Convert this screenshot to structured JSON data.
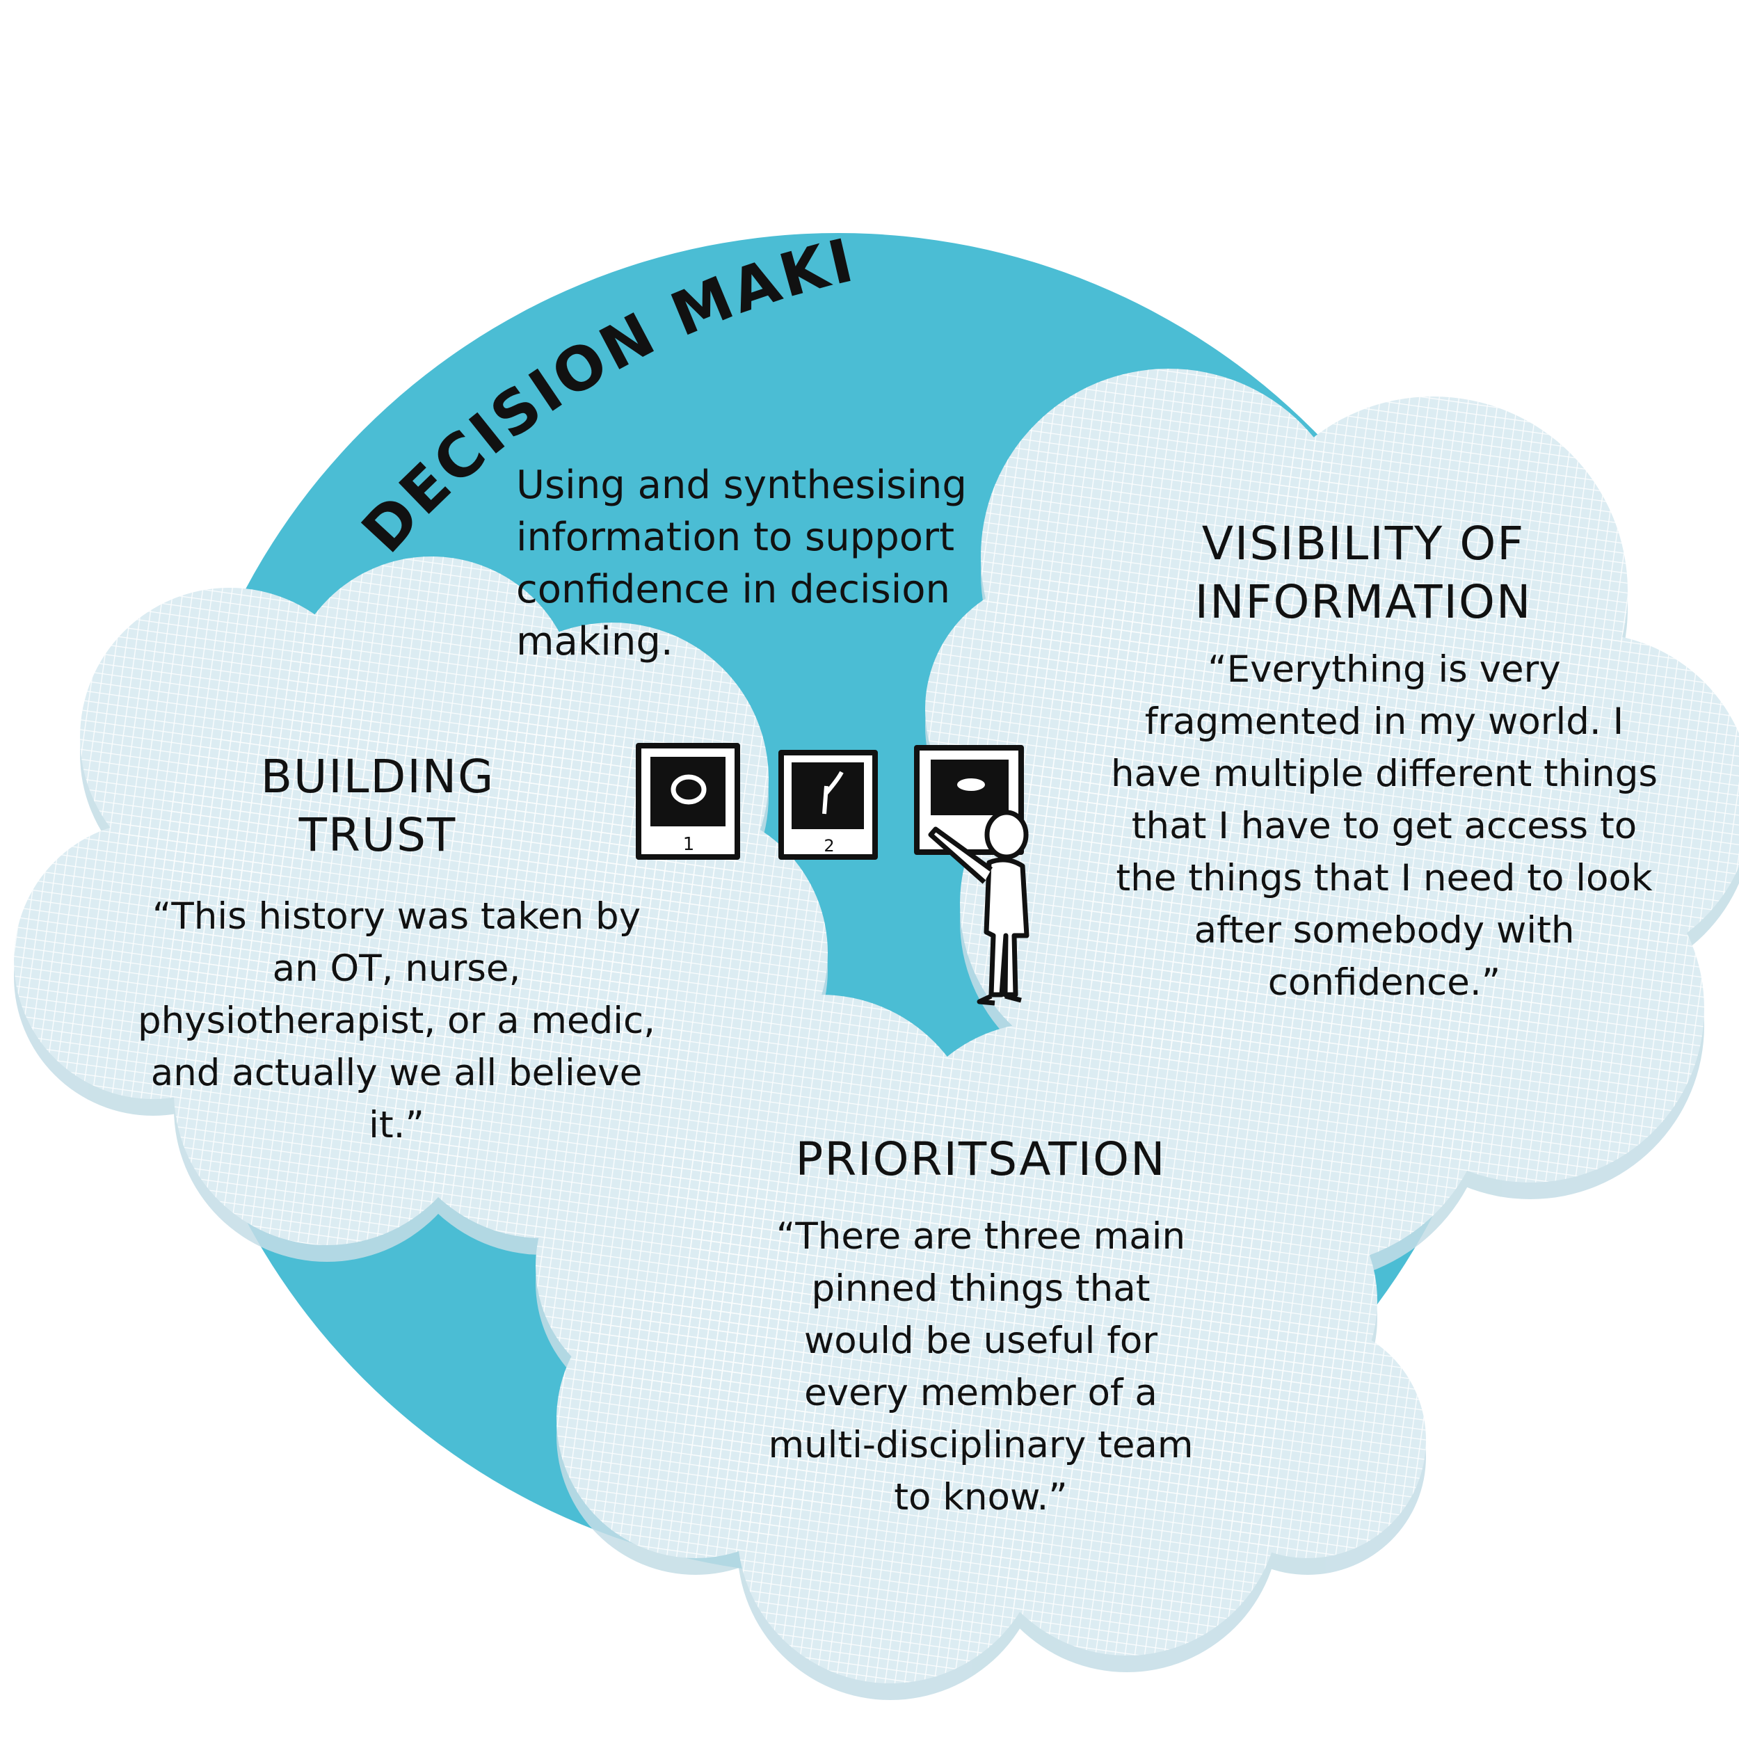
{
  "title": "DECISION MAKING",
  "intro": [
    "Using and synthesising",
    "information to support",
    "confidence in decision",
    "making."
  ],
  "clouds": {
    "building_trust": {
      "heading": [
        "BUILDING",
        "TRUST"
      ],
      "quote": [
        "“This history was taken by",
        "an OT, nurse,",
        "physiotherapist, or a medic,",
        "and actually we all believe",
        "it.”"
      ]
    },
    "visibility": {
      "heading": [
        "VISIBILITY OF",
        "INFORMATION"
      ],
      "quote": [
        "“Everything is very",
        "fragmented in my world. I",
        "have multiple different things",
        "that I have to get access to",
        "the things that I need to look",
        "after somebody with",
        "confidence.”"
      ]
    },
    "prioritisation": {
      "heading": [
        "PRIORITSATION"
      ],
      "quote": [
        "“There are three main",
        "pinned things that",
        "would be useful for",
        "every member of a",
        "multi-disciplinary team",
        "to know.”"
      ]
    }
  },
  "illustration": {
    "panel_numbers": [
      "1",
      "2"
    ]
  },
  "colors": {
    "circle": "#4bbdd4",
    "cloud": "#dcecf2",
    "cloud_shadow": "#c4dde6",
    "hatch": "#ffffff",
    "ink": "#111111"
  }
}
